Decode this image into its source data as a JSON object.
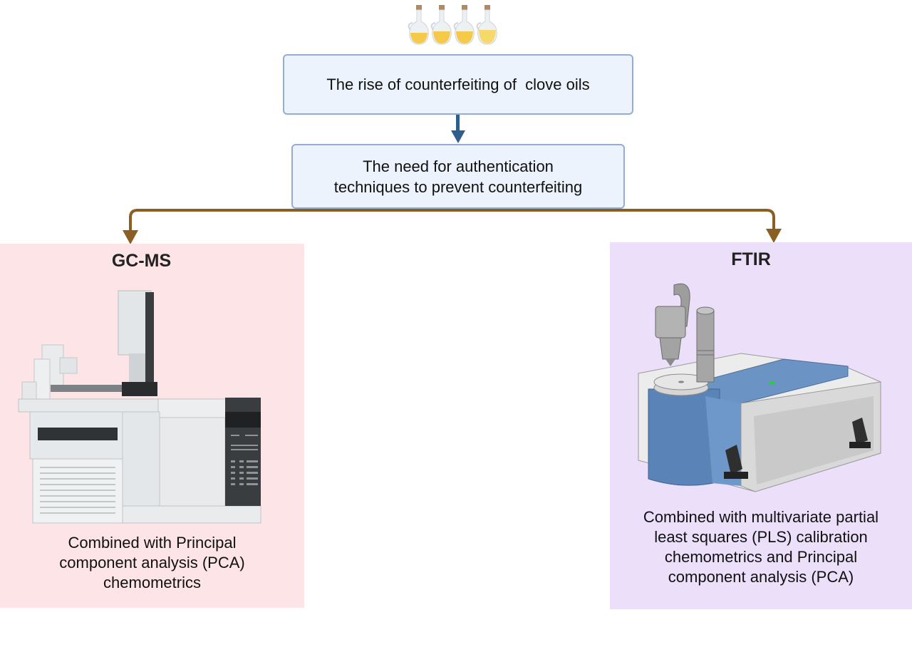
{
  "diagram": {
    "top_icon": "oil-bottles-icon",
    "bottle_count": 4,
    "box1": {
      "text": "The rise of counterfeiting of  clove oils"
    },
    "box2": {
      "line1": "The need for authentication",
      "line2": "techniques to prevent counterfeiting"
    },
    "colors": {
      "box_fill": "#ecf3fc",
      "box_border": "#93aed2",
      "down_arrow": "#2f5d8c",
      "branch_arrow": "#8b5e24",
      "gcms_panel": "#fde4e6",
      "ftir_panel": "#ebdffa"
    },
    "left_panel": {
      "title": "GC-MS",
      "instrument_icon": "gc-ms-instrument-icon",
      "desc_lines": [
        "Combined with Principal",
        "component analysis (PCA)",
        "chemometrics"
      ]
    },
    "right_panel": {
      "title": "FTIR",
      "instrument_icon": "ftir-spectrometer-icon",
      "desc_lines": [
        "Combined with multivariate partial",
        "least squares (PLS) calibration",
        "chemometrics and Principal",
        "component analysis (PCA)"
      ]
    }
  }
}
